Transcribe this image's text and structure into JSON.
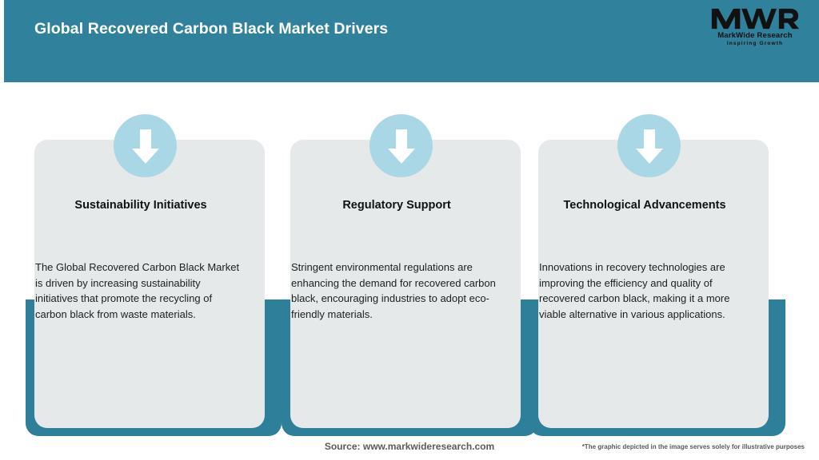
{
  "header": {
    "title": "Global Recovered Carbon Black Market Drivers",
    "background_color": "#30819B",
    "title_color": "#FFFFFF"
  },
  "logo": {
    "mark": "MWR",
    "name": "MarkWide Research",
    "tagline": "Inspiring Growth",
    "color": "#111111"
  },
  "cards": [
    {
      "icon": "down-arrow-icon",
      "heading": "Sustainability Initiatives",
      "text": "The Global Recovered Carbon Black Market is driven by increasing sustainability initiatives that promote the recycling of carbon black from waste materials."
    },
    {
      "icon": "down-arrow-icon",
      "heading": "Regulatory Support",
      "text": "Stringent environmental regulations are enhancing the demand for recovered carbon black, encouraging industries to adopt eco-friendly materials."
    },
    {
      "icon": "down-arrow-icon",
      "heading": "Technological Advancements",
      "text": "Innovations in recovery technologies are improving the efficiency and quality of recovered carbon black, making it a more viable alternative in various applications."
    }
  ],
  "footer": {
    "source": "Source: www.markwideresearch.com",
    "disclaimer": "*The graphic depicted in the image serves solely for illustrative purposes"
  },
  "colors": {
    "teal": "#2E7F9A",
    "header_teal": "#30819B",
    "card_gray": "#E6E9EA",
    "icon_circle": "#AAD7E6",
    "arrow_white": "#FFFFFF"
  }
}
